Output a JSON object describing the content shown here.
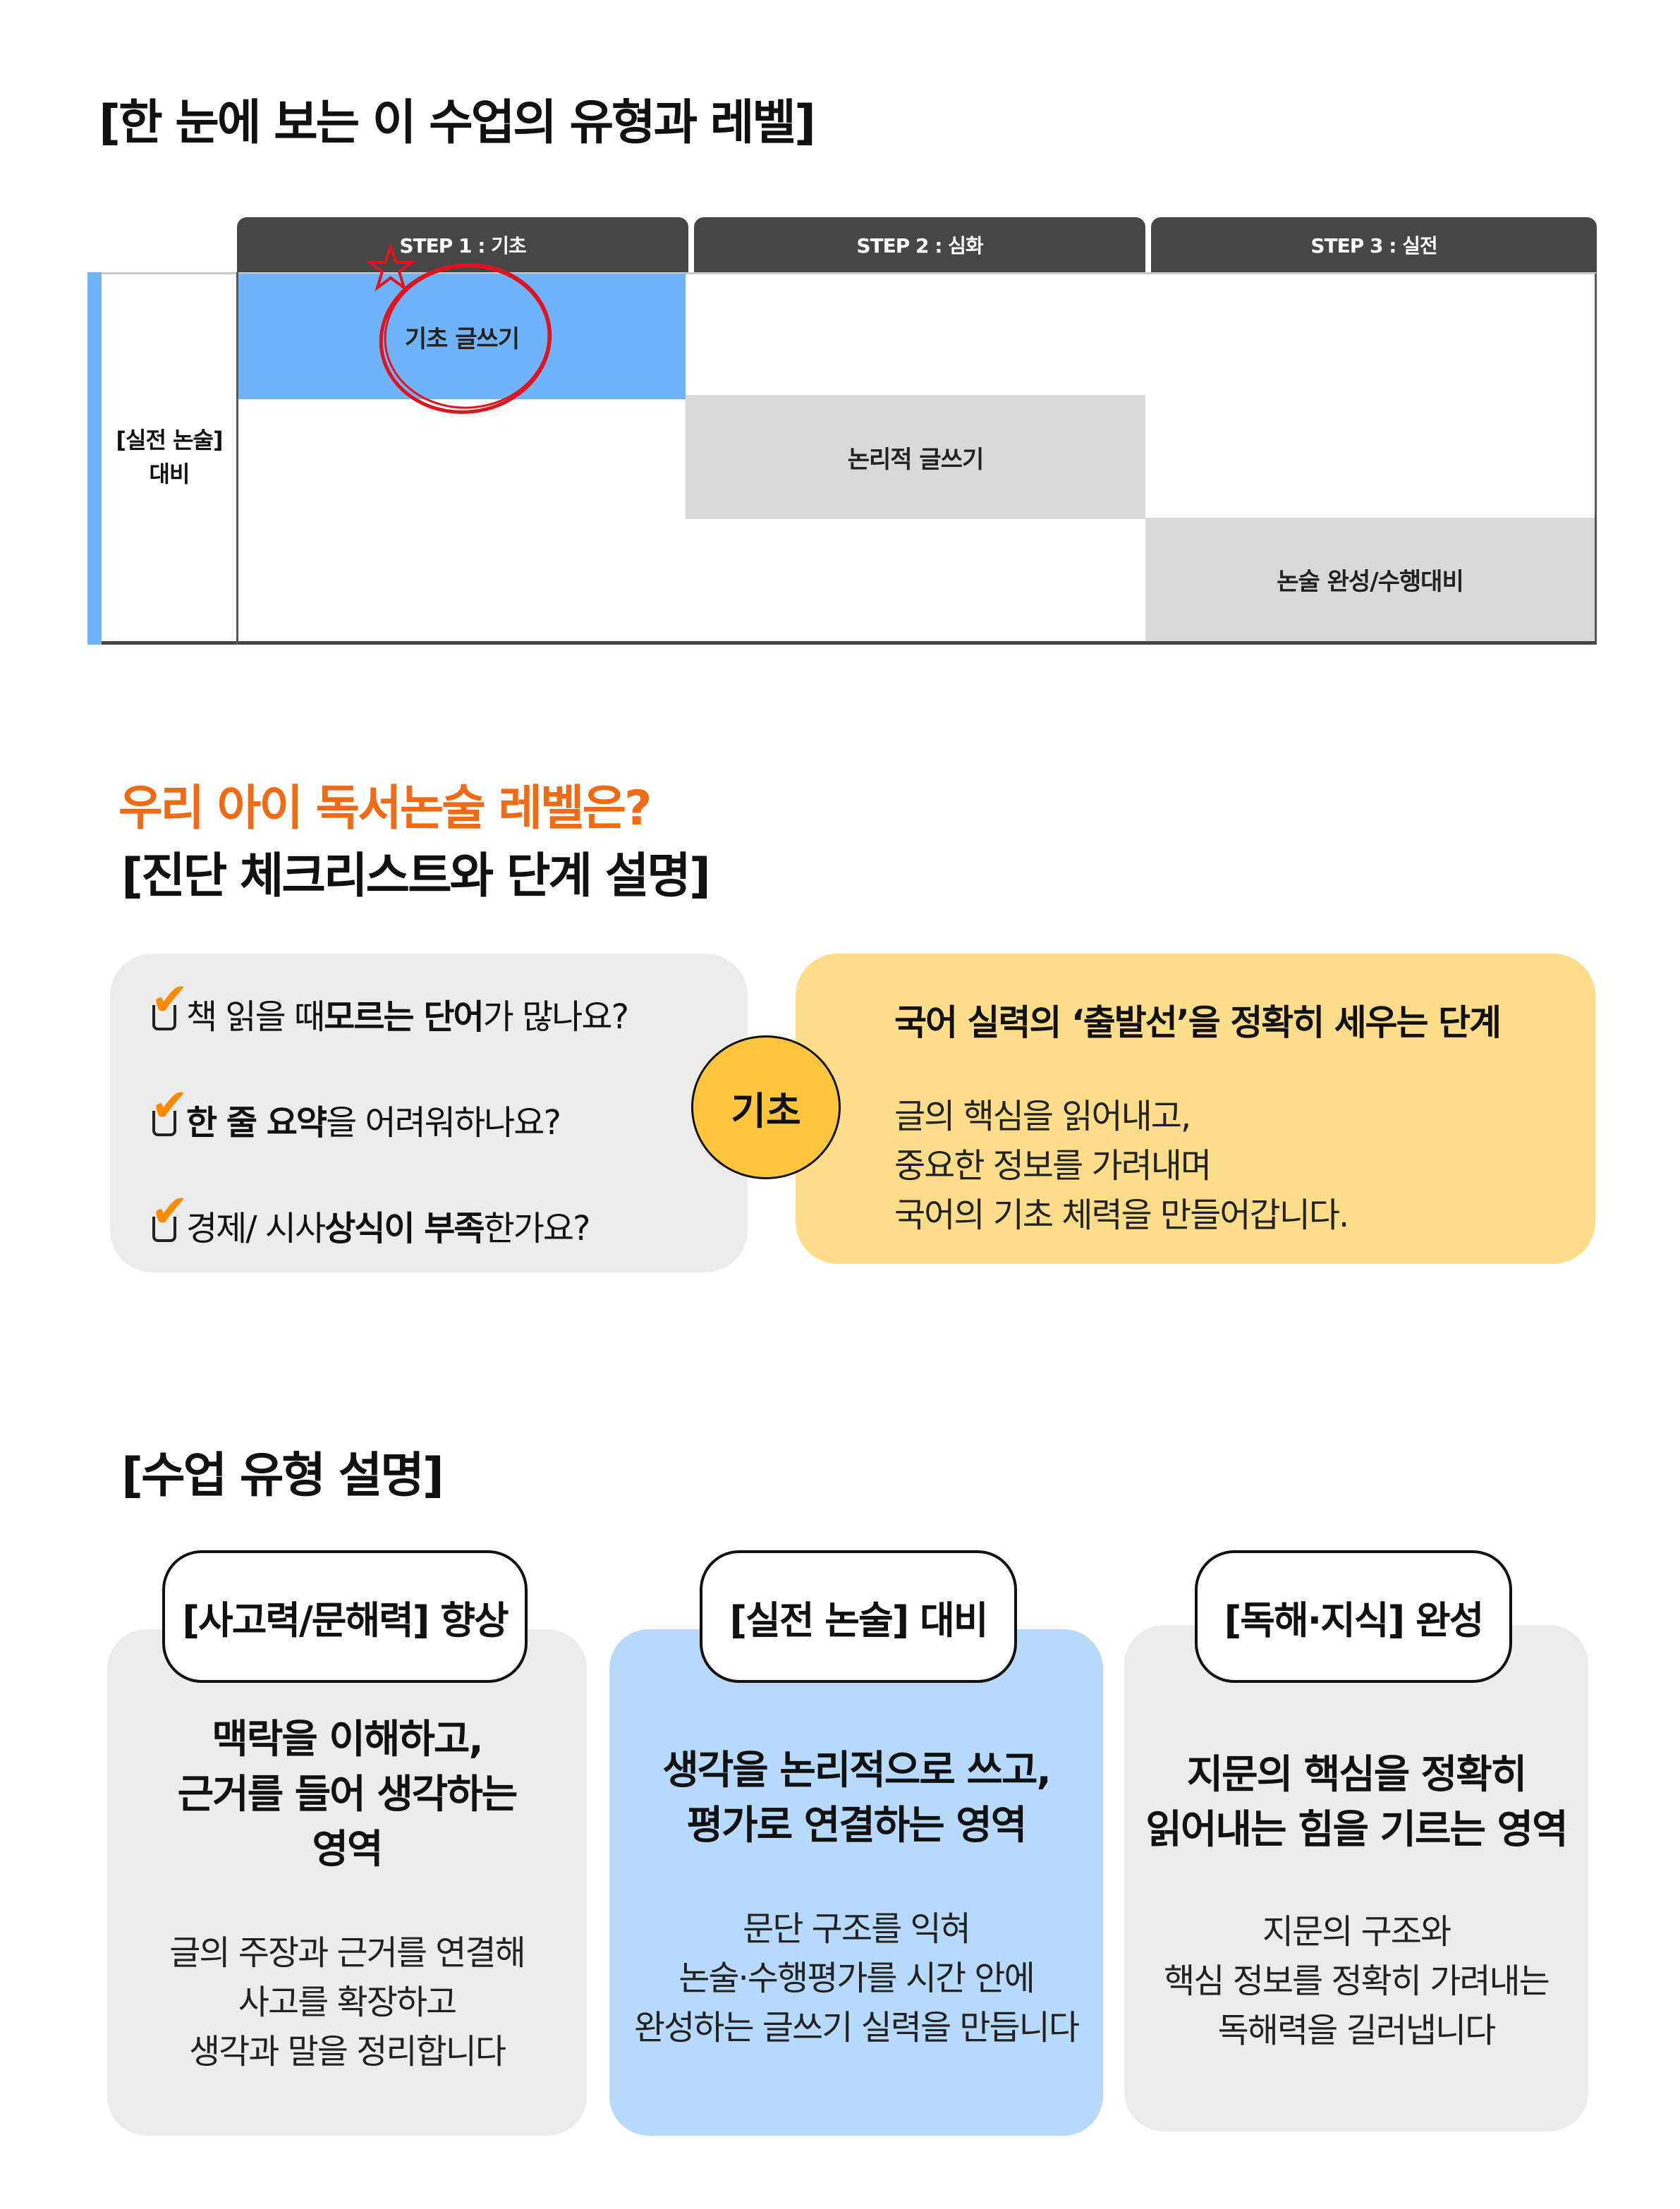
{
  "section1": {
    "title": "[한 눈에 보는 이 수업의 유형과 레벨]",
    "steps": [
      "STEP 1 : 기초",
      "STEP 2 : 심화",
      "STEP 3 : 실전"
    ],
    "row_label_line1": "[실전 논술]",
    "row_label_line2": "대비",
    "cells": [
      "기초 글쓰기",
      "논리적 글쓰기",
      "논술 완성/수행대비"
    ],
    "colors": {
      "header": "#464646",
      "highlight": "#6fb3fb",
      "cell": "#d9d9d9",
      "annotation": "#e0141e"
    }
  },
  "section2": {
    "title_orange": "우리 아이 독서논술 레벨은?",
    "title": "[진단 체크리스트와 단계 설명]",
    "checklist": [
      {
        "pre": "책 읽을 때 ",
        "bold": "모르는 단어",
        "post": "가 많나요?"
      },
      {
        "pre": "",
        "bold": "한 줄 요약",
        "post": "을 어려워하나요?"
      },
      {
        "pre": "경제/ 시사 ",
        "bold": "상식이 부족",
        "post": "한가요?"
      }
    ],
    "level_badge": "기초",
    "desc_title": "국어 실력의 ‘출발선’을 정확히 세우는 단계",
    "desc_lines": [
      "글의 핵심을 읽어내고,",
      "중요한 정보를 가려내며",
      "국어의 기초 체력을 만들어갑니다."
    ],
    "colors": {
      "orange": "#f26a13",
      "yellow": "#fddc8a",
      "badge": "#ffc53d",
      "check": "#ff8a00"
    }
  },
  "section3": {
    "title": "[수업 유형 설명]",
    "cards": [
      {
        "label": "[사고력/문해력] 향상",
        "heading": [
          "맥락을 이해하고,",
          "근거를 들어 생각하는",
          "영역"
        ],
        "body": [
          "글의 주장과 근거를 연결해",
          "사고를 확장하고",
          "생각과 말을 정리합니다"
        ]
      },
      {
        "label": "[실전 논술] 대비",
        "heading": [
          "생각을 논리적으로 쓰고,",
          "평가로 연결하는 영역"
        ],
        "body": [
          "문단 구조를 익혀",
          "논술·수행평가를 시간 안에",
          "완성하는 글쓰기 실력을 만듭니다"
        ]
      },
      {
        "label": "[독해·지식] 완성",
        "heading": [
          "지문의 핵심을 정확히",
          "읽어내는 힘을 기르는 영역"
        ],
        "body": [
          "지문의 구조와",
          "핵심 정보를 정확히 가려내는",
          "독해력을 길러냅니다"
        ]
      }
    ]
  }
}
